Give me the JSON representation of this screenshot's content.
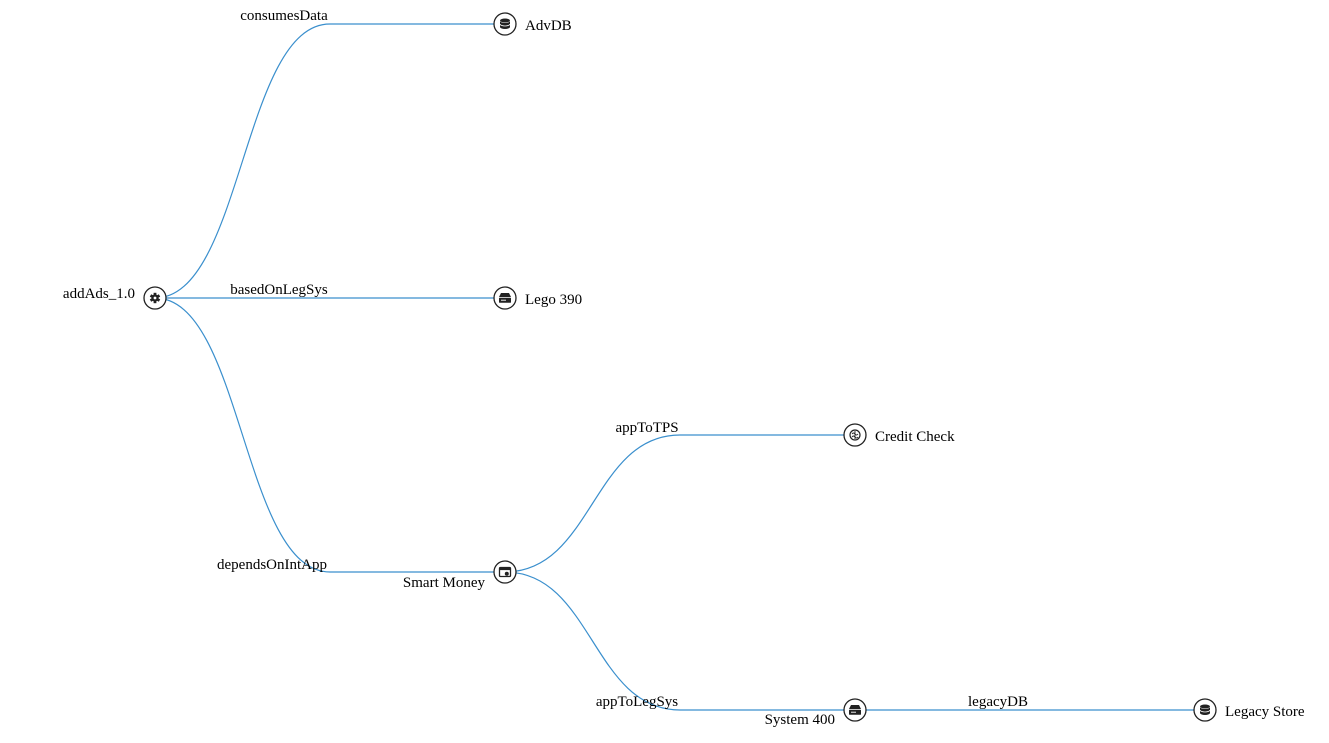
{
  "colors": {
    "link": "#3a8fcd",
    "node_stroke": "#222222",
    "text": "#000000",
    "background": "#ffffff"
  },
  "nodes": [
    {
      "id": "root",
      "label": "addAds_1.0",
      "icon": "gear-icon",
      "edge_label": ""
    },
    {
      "id": "advdb",
      "label": "AdvDB",
      "icon": "database-icon",
      "edge_label": "consumesData"
    },
    {
      "id": "lego",
      "label": "Lego 390",
      "icon": "server-icon",
      "edge_label": "basedOnLegSys"
    },
    {
      "id": "smart",
      "label": "Smart Money",
      "icon": "app-window-icon",
      "edge_label": "dependsOnIntApp"
    },
    {
      "id": "credit",
      "label": "Credit Check",
      "icon": "brain-icon",
      "edge_label": "appToTPS"
    },
    {
      "id": "sys400",
      "label": "System 400",
      "icon": "server-icon",
      "edge_label": "appToLegSys"
    },
    {
      "id": "legacy",
      "label": "Legacy Store",
      "icon": "database-icon",
      "edge_label": "legacyDB"
    }
  ],
  "edges": [
    {
      "from": "root",
      "to": "advdb"
    },
    {
      "from": "root",
      "to": "lego"
    },
    {
      "from": "root",
      "to": "smart"
    },
    {
      "from": "smart",
      "to": "credit"
    },
    {
      "from": "smart",
      "to": "sys400"
    },
    {
      "from": "sys400",
      "to": "legacy"
    }
  ]
}
